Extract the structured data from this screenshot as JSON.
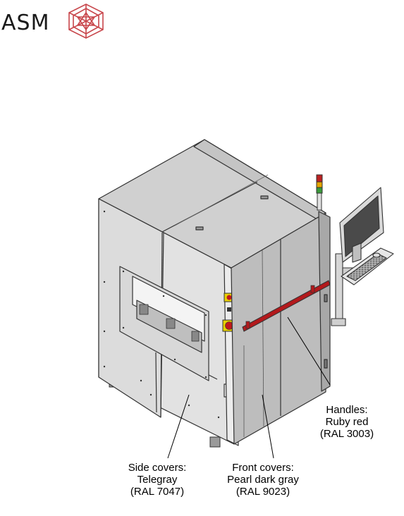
{
  "brand": {
    "name": "ASM",
    "accent": "#c8464b"
  },
  "annotations": {
    "handles": {
      "line1": "Handles:",
      "line2": "Ruby red",
      "line3": "(RAL 3003)"
    },
    "side_covers": {
      "line1": "Side covers:",
      "line2": "Telegray",
      "line3": "(RAL 7047)"
    },
    "front_covers": {
      "line1": "Front covers:",
      "line2": "Pearl dark gray",
      "line3": "(RAL 9023)"
    }
  },
  "colors": {
    "side_cover": "#e0e0e0",
    "front_cover": "#bdbdbd",
    "top_cover": "#d0d0d0",
    "handle": "#b3191c",
    "outline": "#333333"
  }
}
